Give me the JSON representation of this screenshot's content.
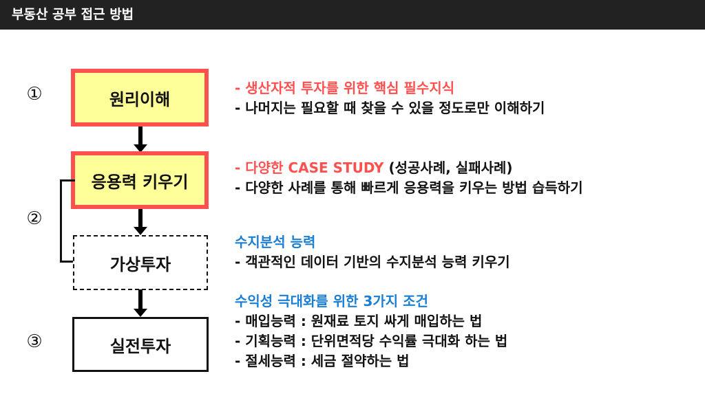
{
  "header": {
    "title": "부동산 공부 접근 방법"
  },
  "steps": {
    "num1": "①",
    "num2": "②",
    "num3": "③",
    "box1": "원리이해",
    "box2": "응용력 키우기",
    "box3": "가상투자",
    "box4": "실전투자"
  },
  "notes": {
    "principle": {
      "line1": "- 생산자적 투자를 위한 핵심 필수지식",
      "line2": "- 나머지는 필요할 때 찾을 수 있을 정도로만 이해하기"
    },
    "application": {
      "line1_red": "- 다양한 CASE STUDY",
      "line1_black": " (성공사례, 실패사례)",
      "line2": "- 다양한 사례를 통해 빠르게 응용력을 키우는 방법 습득하기"
    },
    "virtual": {
      "heading": "수지분석 능력",
      "line1": "-  객관적인 데이터 기반의 수지분석 능력 키우기"
    },
    "real": {
      "heading": "수익성 극대화를 위한 3가지 조건",
      "items": [
        "- 매입능력 : 원재료 토지 싸게 매입하는 법",
        "- 기획능력 : 단위면적당 수익률 극대화 하는 법",
        "- 절세능력 : 세금 절약하는 법"
      ]
    }
  },
  "colors": {
    "header_bg": "#222222",
    "highlight_fill": "#ffff99",
    "highlight_border": "#ff5050",
    "red_text": "#ff5050",
    "blue_text": "#1a7fd4"
  }
}
